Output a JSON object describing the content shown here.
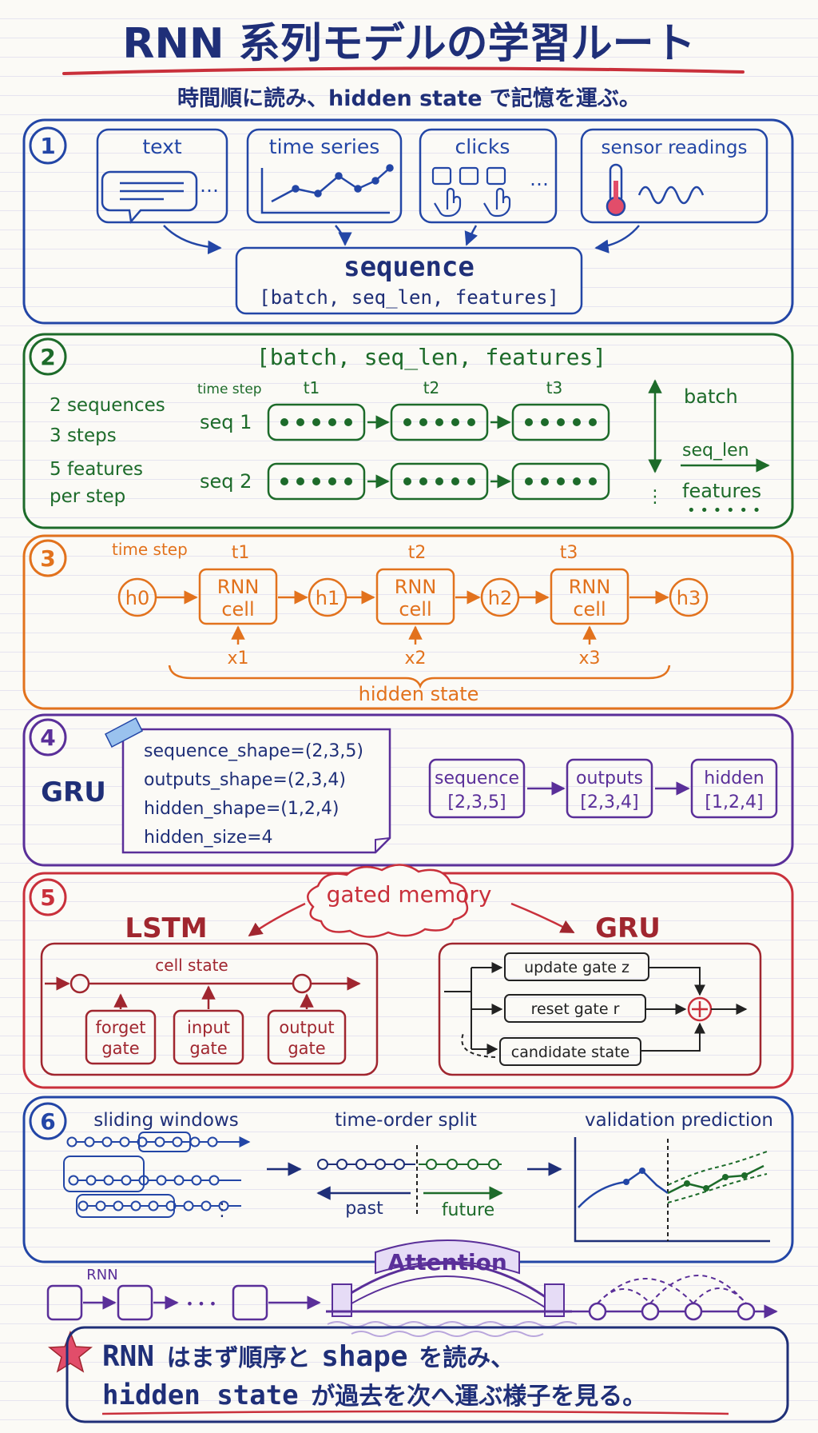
{
  "title": "RNN 系列モデルの学習ルート",
  "subtitle": "時間順に読み、hidden state で記憶を運ぶ。",
  "colors": {
    "navy": "#1f2f78",
    "blue": "#2346a6",
    "green": "#1d6b2a",
    "orange": "#e2721d",
    "purple": "#5a2f99",
    "red": "#c9303b",
    "darkred": "#a0262f",
    "pink": "#e24d6a"
  },
  "s1": {
    "num": "1",
    "inputs": [
      "text",
      "time series",
      "clicks",
      "sensor readings"
    ],
    "ellipsis": "…",
    "seq_title": "sequence",
    "seq_shape": "[batch, seq_len, features]"
  },
  "s2": {
    "num": "2",
    "shape": "[batch, seq_len, features]",
    "notes": [
      "2 sequences",
      "3 steps",
      "5 features",
      "per step"
    ],
    "timestep": "time step",
    "t_labels": [
      "t1",
      "t2",
      "t3"
    ],
    "rows": [
      "seq 1",
      "seq 2"
    ],
    "axis_batch": "batch",
    "axis_seqlen": "seq_len",
    "axis_features": "features"
  },
  "s3": {
    "num": "3",
    "timestep": "time step",
    "t_labels": [
      "t1",
      "t2",
      "t3"
    ],
    "hidden": [
      "h0",
      "h1",
      "h2",
      "h3"
    ],
    "cell_line1": "RNN",
    "cell_line2": "cell",
    "inputs": [
      "x1",
      "x2",
      "x3"
    ],
    "brace_label": "hidden state"
  },
  "s4": {
    "num": "4",
    "model": "GRU",
    "code": [
      "sequence_shape=(2,3,5)",
      "outputs_shape=(2,3,4)",
      "hidden_shape=(1,2,4)",
      "hidden_size=4"
    ],
    "boxes": [
      {
        "name": "sequence",
        "shape": "[2,3,5]"
      },
      {
        "name": "outputs",
        "shape": "[2,3,4]"
      },
      {
        "name": "hidden",
        "shape": "[1,2,4]"
      }
    ]
  },
  "s5": {
    "num": "5",
    "cloud": "gated memory",
    "lstm": {
      "title": "LSTM",
      "cell_state": "cell state",
      "gates": [
        [
          "forget",
          "gate"
        ],
        [
          "input",
          "gate"
        ],
        [
          "output",
          "gate"
        ]
      ]
    },
    "gru": {
      "title": "GRU",
      "gates": [
        "update gate z",
        "reset gate  r",
        "candidate state"
      ]
    }
  },
  "s6": {
    "num": "6",
    "windows": "sliding windows",
    "split": "time-order split",
    "past": "past",
    "future": "future",
    "validation": "validation prediction"
  },
  "bridge": {
    "rnn": "RNN",
    "attention": "Attention",
    "dots": "• • •"
  },
  "footer": {
    "line1a": "RNN",
    "line1b": "はまず順序と",
    "line1c": "shape",
    "line1d": "を読み、",
    "line2a": "hidden state",
    "line2b": "が過去を次へ運ぶ様子を見る。"
  }
}
